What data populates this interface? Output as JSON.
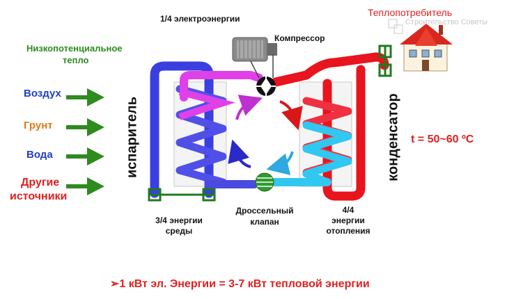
{
  "top_label": "1/4 электроэнергии",
  "compressor_label": "Компрессор",
  "consumer_label": "Теплопотребитель",
  "watermark": "Строительство Советы",
  "low_potential_heat": [
    "Низкопотенциальное",
    "тепло"
  ],
  "sources": [
    {
      "label": "Воздух",
      "color": "#1f3fc4"
    },
    {
      "label": "Грунт",
      "color": "#e07a1a"
    },
    {
      "label": "Вода",
      "color": "#1f3fc4"
    },
    {
      "label": "Другие",
      "color": "#e02020"
    },
    {
      "label": "источники",
      "color": "#e02020"
    }
  ],
  "evaporator_label": "испаритель",
  "condenser_label": "конденсатор",
  "temperature": "t = 50~60 ºC",
  "env_energy": [
    "3/4 энергии",
    "среды"
  ],
  "throttle": [
    "Дроссельный",
    "клапан"
  ],
  "heating_energy": [
    "4/4",
    "энергии",
    "отопления"
  ],
  "bottom_formula": "➢1 кВт эл. Энергии = 3-7 кВт тепловой энергии",
  "colors": {
    "green": "#2e8b1e",
    "red": "#e8141e",
    "blue": "#3a3fe0",
    "magenta": "#e040e8",
    "cyan": "#30c8f0"
  }
}
